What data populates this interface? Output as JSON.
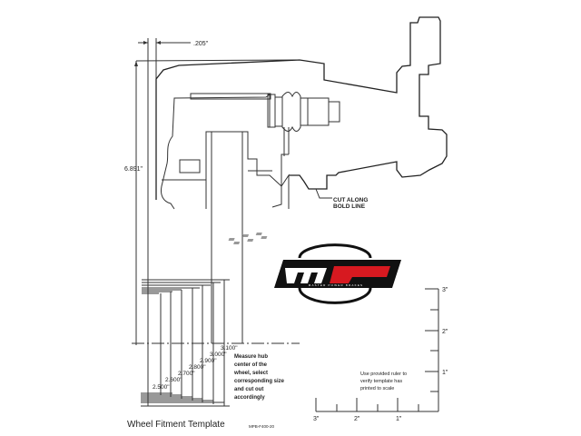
{
  "title": "Wheel Fitment Template",
  "part_number": "MPB-F400-20",
  "dimensions": {
    "offset": ".205\"",
    "height": "6.891\""
  },
  "cut_note": [
    "CUT ALONG",
    "BOLD LINE"
  ],
  "hub_sizes": [
    "2.500\"",
    "2.600\"",
    "2.700\"",
    "2.800\"",
    "2.900\"",
    "3.000\"",
    "3.100\""
  ],
  "instructions": [
    "Measure hub",
    "center of the",
    "wheel, select",
    "corresponding size",
    "and cut out",
    "accordingly"
  ],
  "ruler_note": [
    "Use provided ruler to",
    "verify template has",
    "printed to scale"
  ],
  "ruler": {
    "vertical_labels": [
      "3\"",
      "2\"",
      "1\""
    ],
    "horizontal_labels": [
      "3\"",
      "2\"",
      "1\""
    ]
  },
  "logo": {
    "text": "MASTER POWER BRAKES",
    "letters": [
      "m",
      "p"
    ],
    "colors": {
      "black": "#111111",
      "red": "#d71920"
    }
  }
}
